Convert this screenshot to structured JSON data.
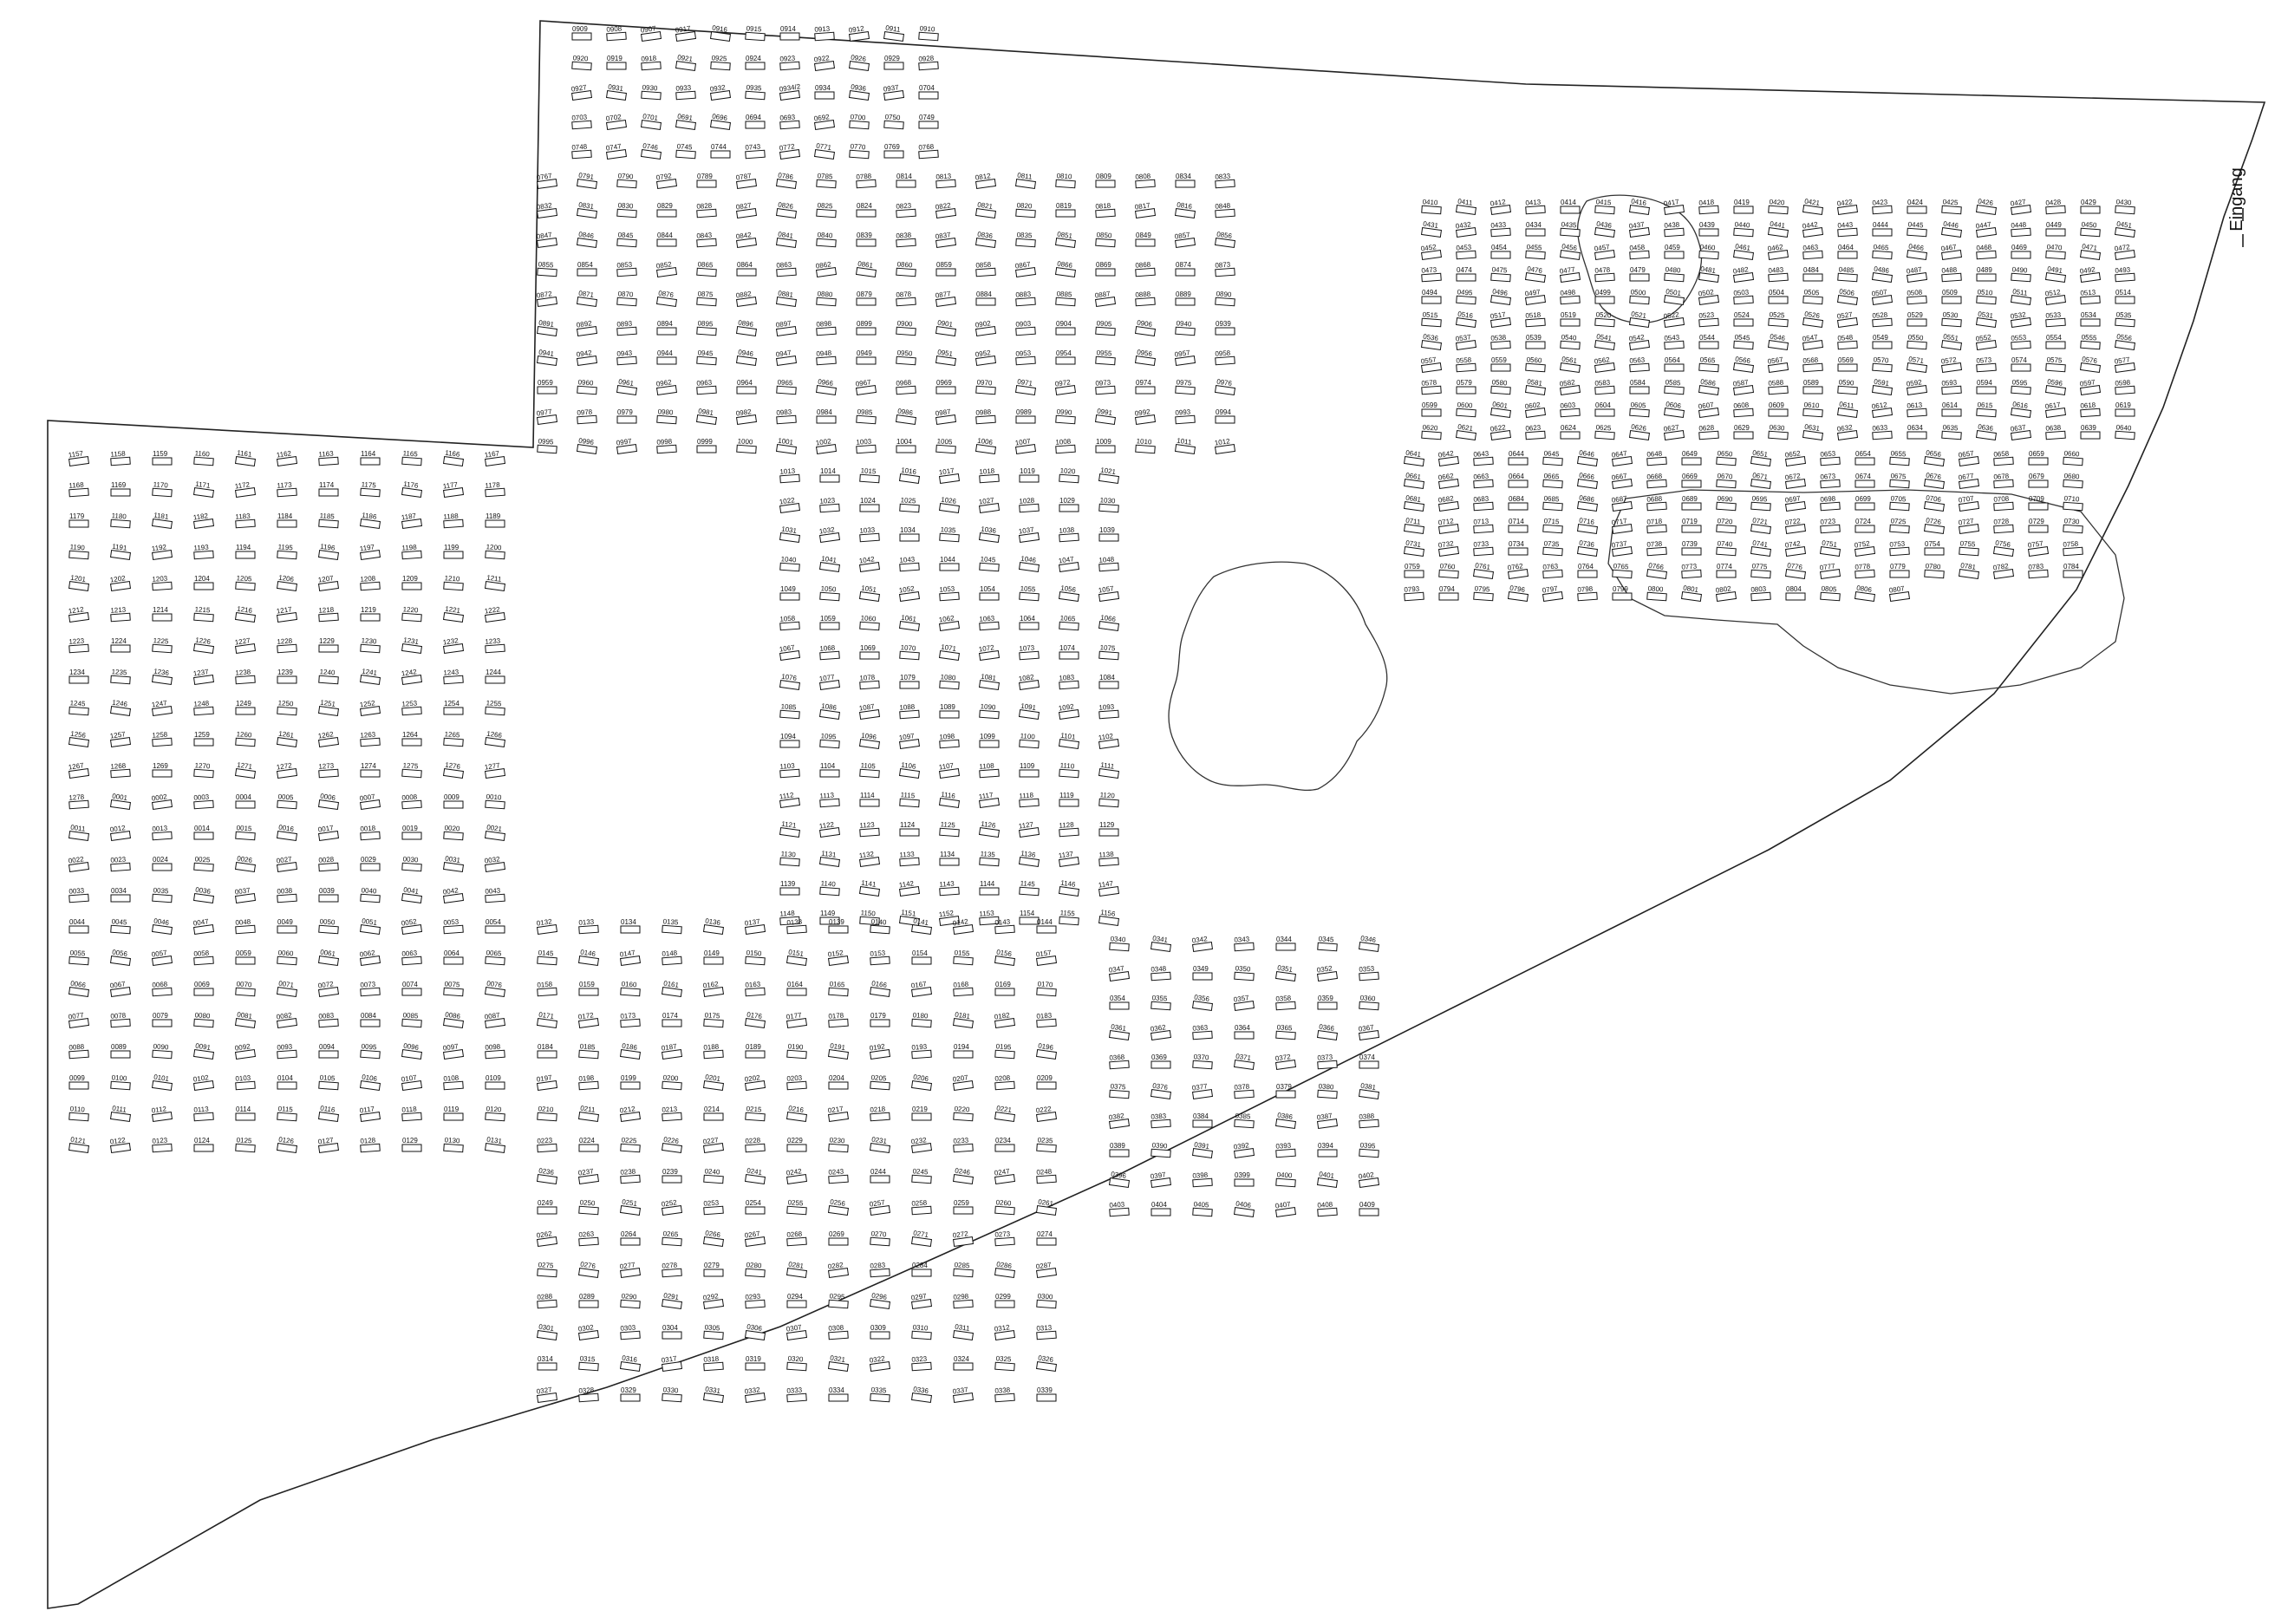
{
  "entrance_label": "Eingang",
  "plots": [
    "0909",
    "0908",
    "0907",
    "0917",
    "0916",
    "0915",
    "0914",
    "0913",
    "0912",
    "0911",
    "0910",
    "0920",
    "0919",
    "0918",
    "0921",
    "0925",
    "0924",
    "0923",
    "0922",
    "0926",
    "0929",
    "0928",
    "0927",
    "0931",
    "0930",
    "0933",
    "0932",
    "0935",
    "0934/2",
    "0934",
    "0936",
    "0937",
    "0704",
    "0703",
    "0702",
    "0701",
    "0691",
    "0696",
    "0694",
    "0693",
    "0692",
    "0700",
    "0750",
    "0749",
    "0748",
    "0747",
    "0746",
    "0745",
    "0744",
    "0743",
    "0772",
    "0771",
    "0770",
    "0769",
    "0768",
    "0767",
    "0791",
    "0790",
    "0792",
    "0789",
    "0787",
    "0786",
    "0785",
    "0788",
    "0814",
    "0813",
    "0812",
    "0811",
    "0810",
    "0809",
    "0808",
    "0834",
    "0833",
    "0832",
    "0831",
    "0830",
    "0829",
    "0828",
    "0827",
    "0826",
    "0825",
    "0824",
    "0823",
    "0822",
    "0821",
    "0820",
    "0819",
    "0818",
    "0817",
    "0816",
    "0848",
    "0847",
    "0846",
    "0845",
    "0844",
    "0843",
    "0842",
    "0841",
    "0840",
    "0839",
    "0838",
    "0837",
    "0836",
    "0835",
    "0851",
    "0850",
    "0849",
    "0857",
    "0856",
    "0855",
    "0854",
    "0853",
    "0852",
    "0865",
    "0864",
    "0863",
    "0862",
    "0861",
    "0860",
    "0859",
    "0858",
    "0867",
    "0866",
    "0869",
    "0868",
    "0874",
    "0873",
    "0872",
    "0871",
    "0870",
    "0876",
    "0875",
    "0882",
    "0881",
    "0880",
    "0879",
    "0878",
    "0877",
    "0884",
    "0883",
    "0885",
    "0887",
    "0888",
    "0889",
    "0890",
    "0891",
    "0892",
    "0893",
    "0894",
    "0895",
    "0896",
    "0897",
    "0898",
    "0899",
    "0900",
    "0901",
    "0902",
    "0903",
    "0904",
    "0905",
    "0906",
    "0940",
    "0939",
    "0941",
    "0942",
    "0943",
    "0944",
    "0945",
    "0946",
    "0947",
    "0948",
    "0949",
    "0950",
    "0951",
    "0952",
    "0953",
    "0954",
    "0955",
    "0956",
    "0957",
    "0958",
    "0959",
    "0960",
    "0961",
    "0962",
    "0963",
    "0964",
    "0965",
    "0966",
    "0967",
    "0968",
    "0969",
    "0970",
    "0971",
    "0972",
    "0973",
    "0974",
    "0975",
    "0976",
    "0977",
    "0978",
    "0979",
    "0980",
    "0981",
    "0982",
    "0983",
    "0984",
    "0985",
    "0986",
    "0987",
    "0988",
    "0989",
    "0990",
    "0991",
    "0992",
    "0993",
    "0994",
    "0995",
    "0996",
    "0997",
    "0998",
    "0999",
    "1000",
    "1001",
    "1002",
    "1003",
    "1004",
    "1005",
    "1006",
    "1007",
    "1008",
    "1009",
    "1010",
    "1011",
    "1012",
    "1013",
    "1014",
    "1015",
    "1016",
    "1017",
    "1018",
    "1019",
    "1020",
    "1021",
    "1022",
    "1023",
    "1024",
    "1025",
    "1026",
    "1027",
    "1028",
    "1029",
    "1030",
    "1031",
    "1032",
    "1033",
    "1034",
    "1035",
    "1036",
    "1037",
    "1038",
    "1039",
    "1040",
    "1041",
    "1042",
    "1043",
    "1044",
    "1045",
    "1046",
    "1047",
    "1048",
    "1049",
    "1050",
    "1051",
    "1052",
    "1053",
    "1054",
    "1055",
    "1056",
    "1057",
    "1058",
    "1059",
    "1060",
    "1061",
    "1062",
    "1063",
    "1064",
    "1065",
    "1066",
    "1067",
    "1068",
    "1069",
    "1070",
    "1071",
    "1072",
    "1073",
    "1074",
    "1075",
    "1076",
    "1077",
    "1078",
    "1079",
    "1080",
    "1081",
    "1082",
    "1083",
    "1084",
    "1085",
    "1086",
    "1087",
    "1088",
    "1089",
    "1090",
    "1091",
    "1092",
    "1093",
    "1094",
    "1095",
    "1096",
    "1097",
    "1098",
    "1099",
    "1100",
    "1101",
    "1102",
    "1103",
    "1104",
    "1105",
    "1106",
    "1107",
    "1108",
    "1109",
    "1110",
    "1111",
    "1112",
    "1113",
    "1114",
    "1115",
    "1116",
    "1117",
    "1118",
    "1119",
    "1120",
    "1121",
    "1122",
    "1123",
    "1124",
    "1125",
    "1126",
    "1127",
    "1128",
    "1129",
    "1130",
    "1131",
    "1132",
    "1133",
    "1134",
    "1135",
    "1136",
    "1137",
    "1138",
    "1139",
    "1140",
    "1141",
    "1142",
    "1143",
    "1144",
    "1145",
    "1146",
    "1147",
    "1148",
    "1149",
    "1150",
    "1151",
    "1152",
    "1153",
    "1154",
    "1155",
    "1156",
    "1157",
    "1158",
    "1159",
    "1160",
    "1161",
    "1162",
    "1163",
    "1164",
    "1165",
    "1166",
    "1167",
    "1168",
    "1169",
    "1170",
    "1171",
    "1172",
    "1173",
    "1174",
    "1175",
    "1176",
    "1177",
    "1178",
    "1179",
    "1180",
    "1181",
    "1182",
    "1183",
    "1184",
    "1185",
    "1186",
    "1187",
    "1188",
    "1189",
    "1190",
    "1191",
    "1192",
    "1193",
    "1194",
    "1195",
    "1196",
    "1197",
    "1198",
    "1199",
    "1200",
    "1201",
    "1202",
    "1203",
    "1204",
    "1205",
    "1206",
    "1207",
    "1208",
    "1209",
    "1210",
    "1211",
    "1212",
    "1213",
    "1214",
    "1215",
    "1216",
    "1217",
    "1218",
    "1219",
    "1220",
    "1221",
    "1222",
    "1223",
    "1224",
    "1225",
    "1226",
    "1227",
    "1228",
    "1229",
    "1230",
    "1231",
    "1232",
    "1233",
    "1234",
    "1235",
    "1236",
    "1237",
    "1238",
    "1239",
    "1240",
    "1241",
    "1242",
    "1243",
    "1244",
    "1245",
    "1246",
    "1247",
    "1248",
    "1249",
    "1250",
    "1251",
    "1252",
    "1253",
    "1254",
    "1255",
    "1256",
    "1257",
    "1258",
    "1259",
    "1260",
    "1261",
    "1262",
    "1263",
    "1264",
    "1265",
    "1266",
    "1267",
    "1268",
    "1269",
    "1270",
    "1271",
    "1272",
    "1273",
    "1274",
    "1275",
    "1276",
    "1277",
    "1278",
    "0001",
    "0002",
    "0003",
    "0004",
    "0005",
    "0006",
    "0007",
    "0008",
    "0009",
    "0010",
    "0011",
    "0012",
    "0013",
    "0014",
    "0015",
    "0016",
    "0017",
    "0018",
    "0019",
    "0020",
    "0021",
    "0022",
    "0023",
    "0024",
    "0025",
    "0026",
    "0027",
    "0028",
    "0029",
    "0030",
    "0031",
    "0032",
    "0033",
    "0034",
    "0035",
    "0036",
    "0037",
    "0038",
    "0039",
    "0040",
    "0041",
    "0042",
    "0043",
    "0044",
    "0045",
    "0046",
    "0047",
    "0048",
    "0049",
    "0050",
    "0051",
    "0052",
    "0053",
    "0054",
    "0055",
    "0056",
    "0057",
    "0058",
    "0059",
    "0060",
    "0061",
    "0062",
    "0063",
    "0064",
    "0065",
    "0066",
    "0067",
    "0068",
    "0069",
    "0070",
    "0071",
    "0072",
    "0073",
    "0074",
    "0075",
    "0076",
    "0077",
    "0078",
    "0079",
    "0080",
    "0081",
    "0082",
    "0083",
    "0084",
    "0085",
    "0086",
    "0087",
    "0088",
    "0089",
    "0090",
    "0091",
    "0092",
    "0093",
    "0094",
    "0095",
    "0096",
    "0097",
    "0098",
    "0099",
    "0100",
    "0101",
    "0102",
    "0103",
    "0104",
    "0105",
    "0106",
    "0107",
    "0108",
    "0109",
    "0110",
    "0111",
    "0112",
    "0113",
    "0114",
    "0115",
    "0116",
    "0117",
    "0118",
    "0119",
    "0120",
    "0121",
    "0122",
    "0123",
    "0124",
    "0125",
    "0126",
    "0127",
    "0128",
    "0129",
    "0130",
    "0131",
    "0132",
    "0133",
    "0134",
    "0135",
    "0136",
    "0137",
    "0138",
    "0139",
    "0140",
    "0141",
    "0142",
    "0143",
    "0144",
    "0145",
    "0146",
    "0147",
    "0148",
    "0149",
    "0150",
    "0151",
    "0152",
    "0153",
    "0154",
    "0155",
    "0156",
    "0157",
    "0158",
    "0159",
    "0160",
    "0161",
    "0162",
    "0163",
    "0164",
    "0165",
    "0166",
    "0167",
    "0168",
    "0169",
    "0170",
    "0171",
    "0172",
    "0173",
    "0174",
    "0175",
    "0176",
    "0177",
    "0178",
    "0179",
    "0180",
    "0181",
    "0182",
    "0183",
    "0184",
    "0185",
    "0186",
    "0187",
    "0188",
    "0189",
    "0190",
    "0191",
    "0192",
    "0193",
    "0194",
    "0195",
    "0196",
    "0197",
    "0198",
    "0199",
    "0200",
    "0201",
    "0202",
    "0203",
    "0204",
    "0205",
    "0206",
    "0207",
    "0208",
    "0209",
    "0210",
    "0211",
    "0212",
    "0213",
    "0214",
    "0215",
    "0216",
    "0217",
    "0218",
    "0219",
    "0220",
    "0221",
    "0222",
    "0223",
    "0224",
    "0225",
    "0226",
    "0227",
    "0228",
    "0229",
    "0230",
    "0231",
    "0232",
    "0233",
    "0234",
    "0235",
    "0236",
    "0237",
    "0238",
    "0239",
    "0240",
    "0241",
    "0242",
    "0243",
    "0244",
    "0245",
    "0246",
    "0247",
    "0248",
    "0249",
    "0250",
    "0251",
    "0252",
    "0253",
    "0254",
    "0255",
    "0256",
    "0257",
    "0258",
    "0259",
    "0260",
    "0261",
    "0262",
    "0263",
    "0264",
    "0265",
    "0266",
    "0267",
    "0268",
    "0269",
    "0270",
    "0271",
    "0272",
    "0273",
    "0274",
    "0275",
    "0276",
    "0277",
    "0278",
    "0279",
    "0280",
    "0281",
    "0282",
    "0283",
    "0284",
    "0285",
    "0286",
    "0287",
    "0288",
    "0289",
    "0290",
    "0291",
    "0292",
    "0293",
    "0294",
    "0295",
    "0296",
    "0297",
    "0298",
    "0299",
    "0300",
    "0301",
    "0302",
    "0303",
    "0304",
    "0305",
    "0306",
    "0307",
    "0308",
    "0309",
    "0310",
    "0311",
    "0312",
    "0313",
    "0314",
    "0315",
    "0316",
    "0317",
    "0318",
    "0319",
    "0320",
    "0321",
    "0322",
    "0323",
    "0324",
    "0325",
    "0326",
    "0327",
    "0328",
    "0329",
    "0330",
    "0331",
    "0332",
    "0333",
    "0334",
    "0335",
    "0336",
    "0337",
    "0338",
    "0339",
    "0340",
    "0341",
    "0342",
    "0343",
    "0344",
    "0345",
    "0346",
    "0347",
    "0348",
    "0349",
    "0350",
    "0351",
    "0352",
    "0353",
    "0354",
    "0355",
    "0356",
    "0357",
    "0358",
    "0359",
    "0360",
    "0361",
    "0362",
    "0363",
    "0364",
    "0365",
    "0366",
    "0367",
    "0368",
    "0369",
    "0370",
    "0371",
    "0372",
    "0373",
    "0374",
    "0375",
    "0376",
    "0377",
    "0378",
    "0379",
    "0380",
    "0381",
    "0382",
    "0383",
    "0384",
    "0385",
    "0386",
    "0387",
    "0388",
    "0389",
    "0390",
    "0391",
    "0392",
    "0393",
    "0394",
    "0395",
    "0396",
    "0397",
    "0398",
    "0399",
    "0400",
    "0401",
    "0402",
    "0403",
    "0404",
    "0405",
    "0406",
    "0407",
    "0408",
    "0409",
    "0410",
    "0411",
    "0412",
    "0413",
    "0414",
    "0415",
    "0416",
    "0417",
    "0418",
    "0419",
    "0420",
    "0421",
    "0422",
    "0423",
    "0424",
    "0425",
    "0426",
    "0427",
    "0428",
    "0429",
    "0430",
    "0431",
    "0432",
    "0433",
    "0434",
    "0435",
    "0436",
    "0437",
    "0438",
    "0439",
    "0440",
    "0441",
    "0442",
    "0443",
    "0444",
    "0445",
    "0446",
    "0447",
    "0448",
    "0449",
    "0450",
    "0451",
    "0452",
    "0453",
    "0454",
    "0455",
    "0456",
    "0457",
    "0458",
    "0459",
    "0460",
    "0461",
    "0462",
    "0463",
    "0464",
    "0465",
    "0466",
    "0467",
    "0468",
    "0469",
    "0470",
    "0471",
    "0472",
    "0473",
    "0474",
    "0475",
    "0476",
    "0477",
    "0478",
    "0479",
    "0480",
    "0481",
    "0482",
    "0483",
    "0484",
    "0485",
    "0486",
    "0487",
    "0488",
    "0489",
    "0490",
    "0491",
    "0492",
    "0493",
    "0494",
    "0495",
    "0496",
    "0497",
    "0498",
    "0499",
    "0500",
    "0501",
    "0502",
    "0503",
    "0504",
    "0505",
    "0506",
    "0507",
    "0508",
    "0509",
    "0510",
    "0511",
    "0512",
    "0513",
    "0514",
    "0515",
    "0516",
    "0517",
    "0518",
    "0519",
    "0520",
    "0521",
    "0522",
    "0523",
    "0524",
    "0525",
    "0526",
    "0527",
    "0528",
    "0529",
    "0530",
    "0531",
    "0532",
    "0533",
    "0534",
    "0535",
    "0536",
    "0537",
    "0538",
    "0539",
    "0540",
    "0541",
    "0542",
    "0543",
    "0544",
    "0545",
    "0546",
    "0547",
    "0548",
    "0549",
    "0550",
    "0551",
    "0552",
    "0553",
    "0554",
    "0555",
    "0556",
    "0557",
    "0558",
    "0559",
    "0560",
    "0561",
    "0562",
    "0563",
    "0564",
    "0565",
    "0566",
    "0567",
    "0568",
    "0569",
    "0570",
    "0571",
    "0572",
    "0573",
    "0574",
    "0575",
    "0576",
    "0577",
    "0578",
    "0579",
    "0580",
    "0581",
    "0582",
    "0583",
    "0584",
    "0585",
    "0586",
    "0587",
    "0588",
    "0589",
    "0590",
    "0591",
    "0592",
    "0593",
    "0594",
    "0595",
    "0596",
    "0597",
    "0598",
    "0599",
    "0600",
    "0601",
    "0602",
    "0603",
    "0604",
    "0605",
    "0606",
    "0607",
    "0608",
    "0609",
    "0610",
    "0611",
    "0612",
    "0613",
    "0614",
    "0615",
    "0616",
    "0617",
    "0618",
    "0619",
    "0620",
    "0621",
    "0622",
    "0623",
    "0624",
    "0625",
    "0626",
    "0627",
    "0628",
    "0629",
    "0630",
    "0631",
    "0632",
    "0633",
    "0634",
    "0635",
    "0636",
    "0637",
    "0638",
    "0639",
    "0640",
    "0641",
    "0642",
    "0643",
    "0644",
    "0645",
    "0646",
    "0647",
    "0648",
    "0649",
    "0650",
    "0651",
    "0652",
    "0653",
    "0654",
    "0655",
    "0656",
    "0657",
    "0658",
    "0659",
    "0660",
    "0661",
    "0662",
    "0663",
    "0664",
    "0665",
    "0666",
    "0667",
    "0668",
    "0669",
    "0670",
    "0671",
    "0672",
    "0673",
    "0674",
    "0675",
    "0676",
    "0677",
    "0678",
    "0679",
    "0680",
    "0681",
    "0682",
    "0683",
    "0684",
    "0685",
    "0686",
    "0687",
    "0688",
    "0689",
    "0690",
    "0695",
    "0697",
    "0698",
    "0699",
    "0705",
    "0706",
    "0707",
    "0708",
    "0709",
    "0710",
    "0711",
    "0712",
    "0713",
    "0714",
    "0715",
    "0716",
    "0717",
    "0718",
    "0719",
    "0720",
    "0721",
    "0722",
    "0723",
    "0724",
    "0725",
    "0726",
    "0727",
    "0728",
    "0729",
    "0730",
    "0731",
    "0732",
    "0733",
    "0734",
    "0735",
    "0736",
    "0737",
    "0738",
    "0739",
    "0740",
    "0741",
    "0742",
    "0751",
    "0752",
    "0753",
    "0754",
    "0755",
    "0756",
    "0757",
    "0758",
    "0759",
    "0760",
    "0761",
    "0762",
    "0763",
    "0764",
    "0765",
    "0766",
    "0773",
    "0774",
    "0775",
    "0776",
    "0777",
    "0778",
    "0779",
    "0780",
    "0781",
    "0782",
    "0783",
    "0784",
    "0793",
    "0794",
    "0795",
    "0796",
    "0797",
    "0798",
    "0799",
    "0800",
    "0801",
    "0802",
    "0803",
    "0804",
    "0805",
    "0806",
    "0807"
  ]
}
